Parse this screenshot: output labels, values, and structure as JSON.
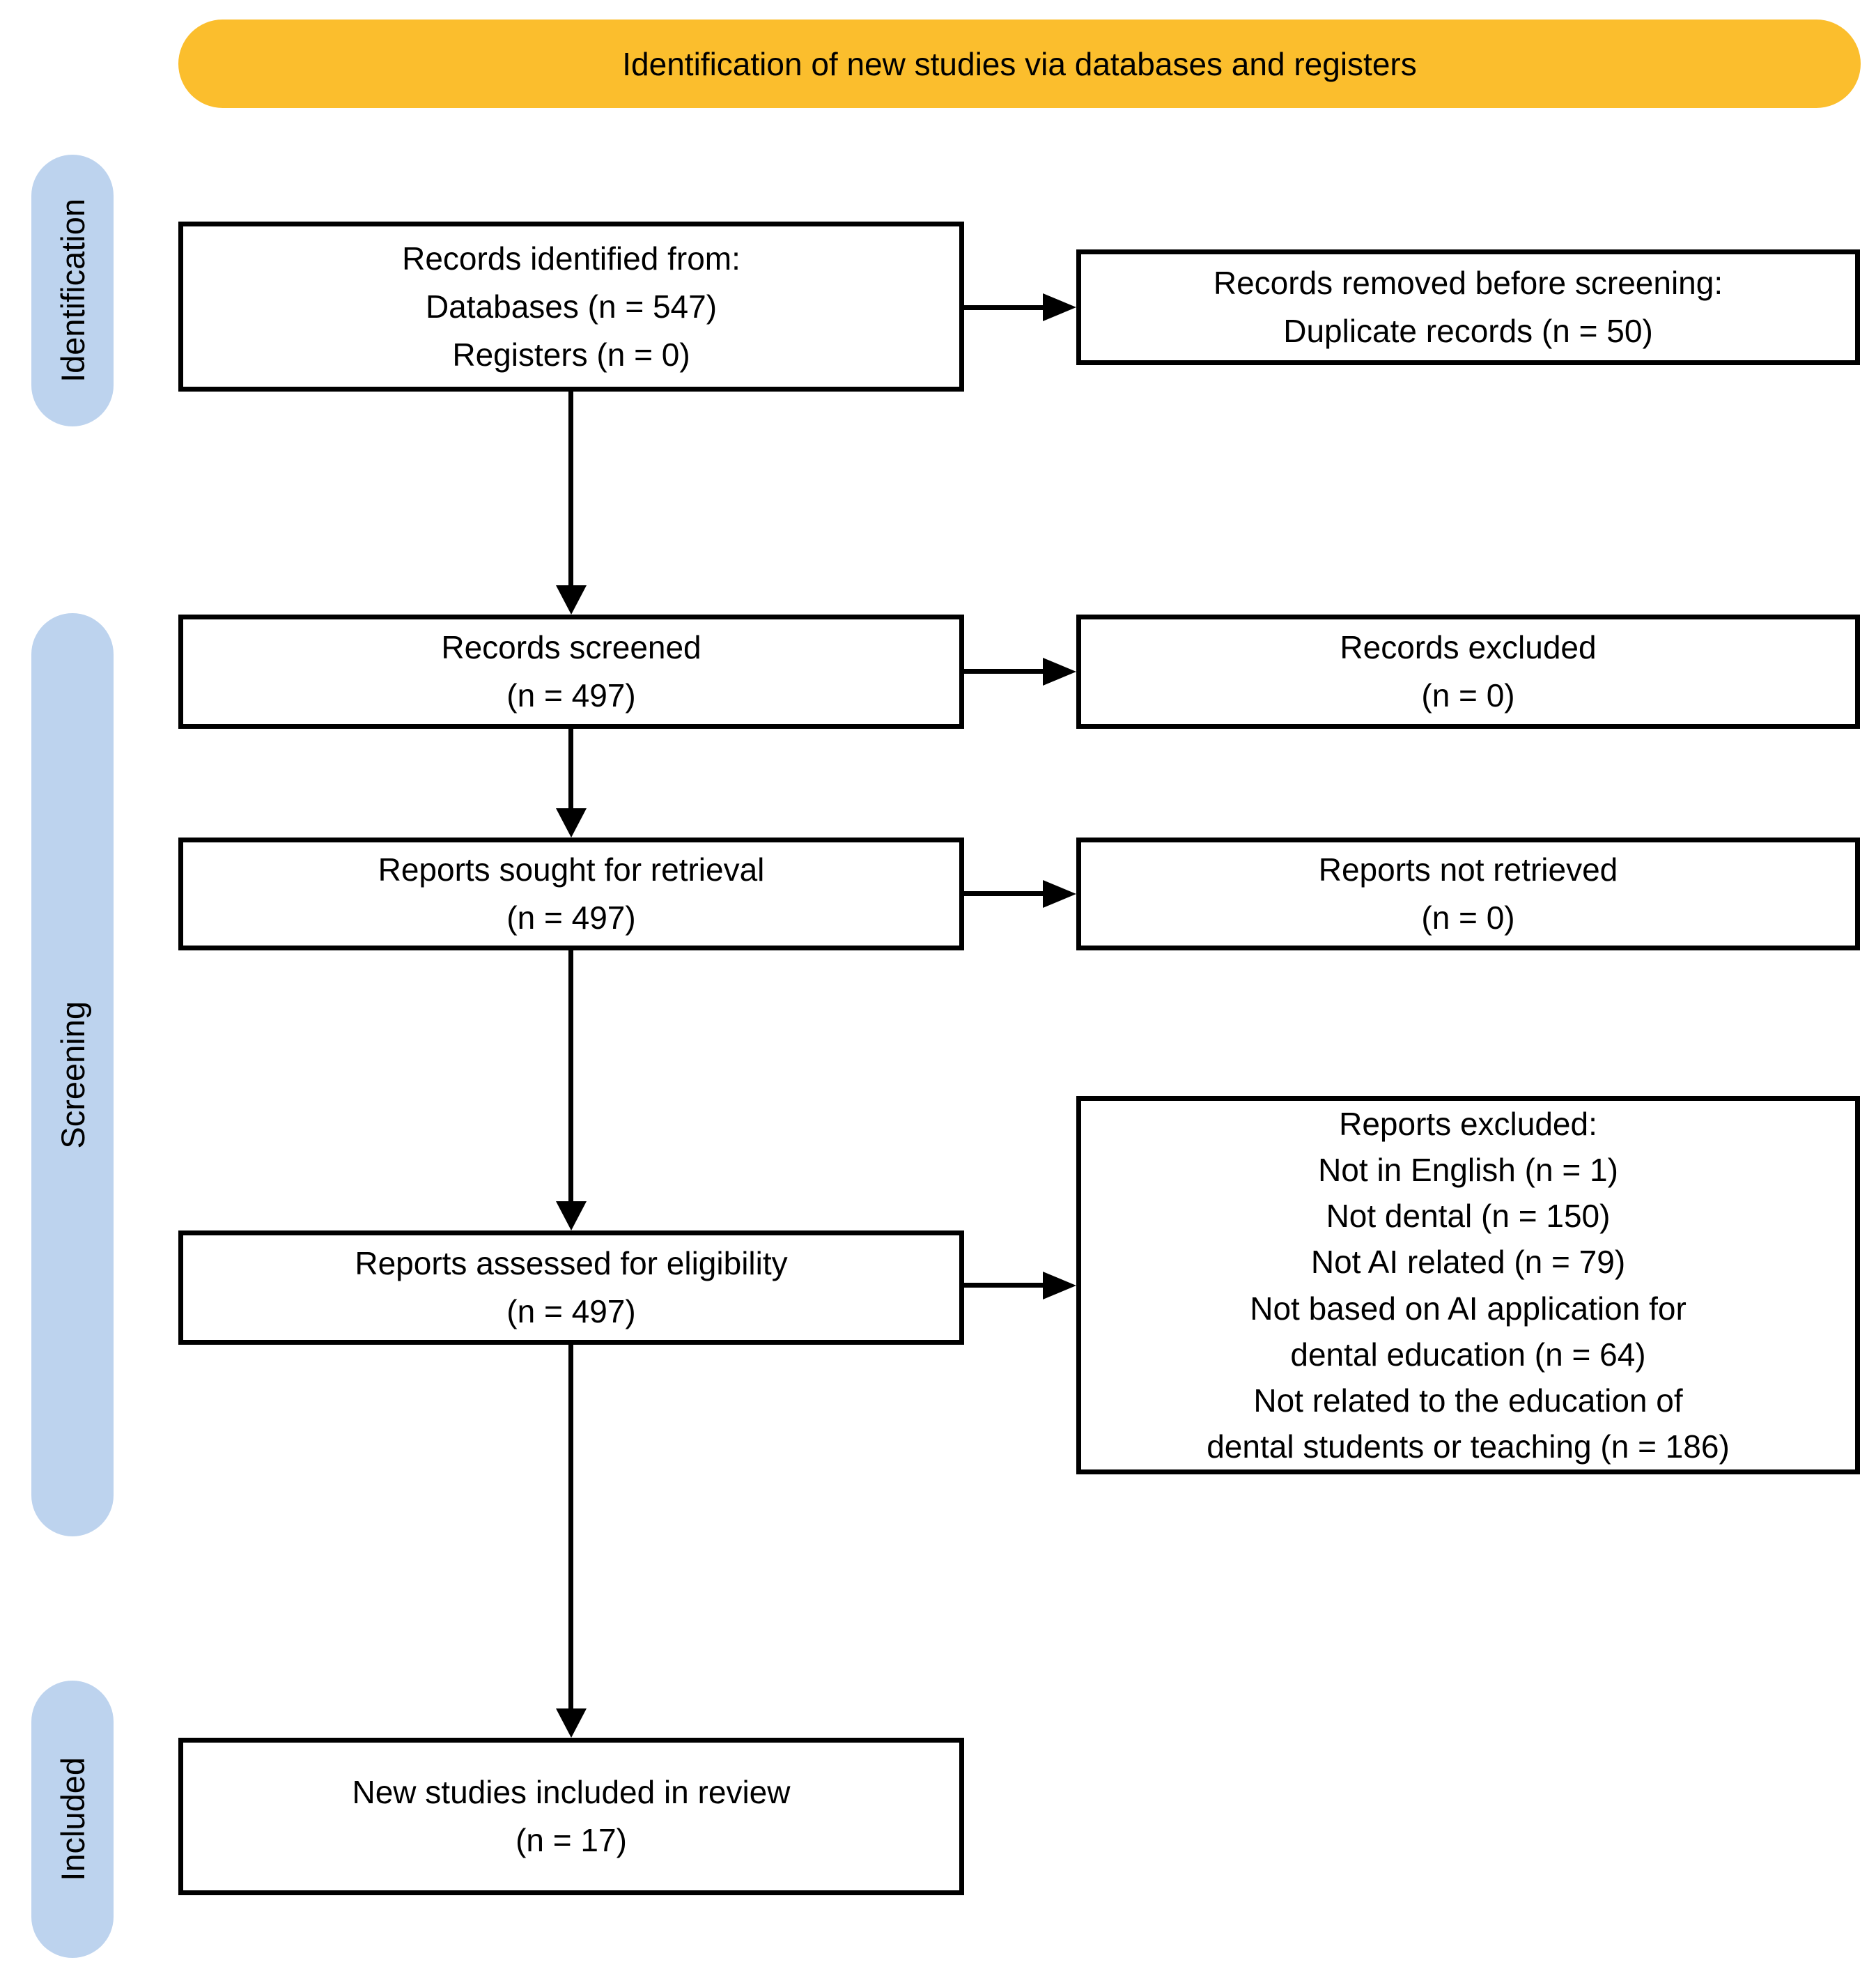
{
  "banner": {
    "label": "Identification of new studies via databases and registers"
  },
  "stages": [
    {
      "label": "Identification"
    },
    {
      "label": "Screening"
    },
    {
      "label": "Included"
    }
  ],
  "colors": {
    "banner_bg": "#FBBE2D",
    "stage_bg": "#BDD3EE",
    "box_border": "#000000",
    "text": "#000000",
    "background": "#FFFFFF"
  },
  "boxes": {
    "main": [
      {
        "id": "records-identified",
        "lines": [
          "Records identified from:",
          "Databases (n = 547)",
          "Registers (n = 0)"
        ]
      },
      {
        "id": "records-screened",
        "lines": [
          "Records screened",
          "(n = 497)"
        ]
      },
      {
        "id": "reports-sought",
        "lines": [
          "Reports sought for retrieval",
          "(n = 497)"
        ]
      },
      {
        "id": "reports-assessed",
        "lines": [
          "Reports assessed for eligibility",
          "(n = 497)"
        ]
      },
      {
        "id": "studies-included",
        "lines": [
          "New studies included in review",
          "(n = 17)"
        ]
      }
    ],
    "side": [
      {
        "id": "records-removed",
        "lines": [
          "Records removed before screening:",
          "Duplicate records (n = 50)"
        ]
      },
      {
        "id": "records-excluded",
        "lines": [
          "Records excluded",
          "(n = 0)"
        ]
      },
      {
        "id": "reports-not-retrieved",
        "lines": [
          "Reports not retrieved",
          "(n = 0)"
        ]
      },
      {
        "id": "reports-excluded",
        "lines": [
          "Reports excluded:",
          "Not in English (n = 1)",
          "Not dental (n = 150)",
          "Not AI related (n = 79)",
          "Not based on AI application for",
          "dental education (n = 64)",
          "Not related to the education of",
          "dental students or teaching (n = 186)"
        ]
      }
    ]
  }
}
